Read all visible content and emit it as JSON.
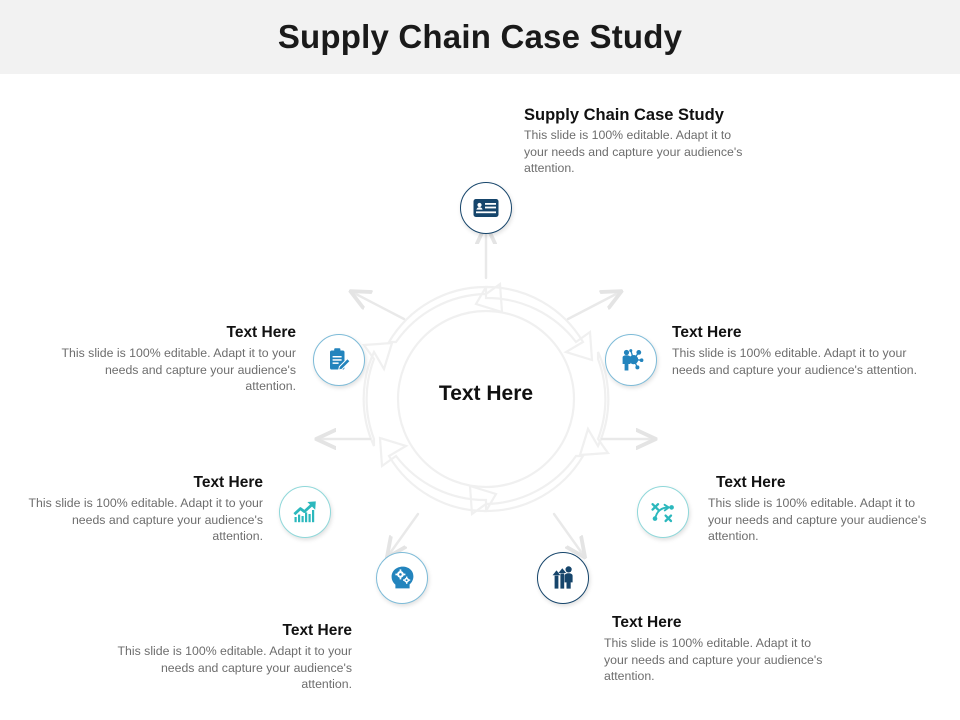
{
  "header": {
    "title": "Supply Chain Case Study",
    "band_color": "#f2f2f2"
  },
  "diagram": {
    "type": "hub-and-spoke",
    "center": {
      "label": "Text Here",
      "ring_color": "#f0f0f0",
      "arrow_color": "#eeeeee"
    },
    "spoke_count": 7,
    "nodes": [
      {
        "id": "node-top",
        "position": "top",
        "title": "Supply Chain Case Study",
        "body": "This slide is 100% editable. Adapt it to your needs and capture your audience's attention.",
        "icon": "id-card-icon",
        "icon_color": "#16456b",
        "ring_color": "#16456b",
        "align": "left"
      },
      {
        "id": "node-upper-left",
        "position": "upper-left",
        "title": "Text Here",
        "body": "This slide is 100% editable. Adapt it to your needs and capture your audience's attention.",
        "icon": "clipboard-pencil-icon",
        "icon_color": "#2384bd",
        "ring_color": "#7dbbd8",
        "align": "right"
      },
      {
        "id": "node-upper-right",
        "position": "upper-right",
        "title": "Text Here",
        "body": "This slide is 100% editable. Adapt it to your needs and capture your audience's attention.",
        "icon": "person-network-icon",
        "icon_color": "#2384bd",
        "ring_color": "#7dbbd8",
        "align": "left"
      },
      {
        "id": "node-middle-left",
        "position": "middle-left",
        "title": "Text Here",
        "body": "This slide is 100% editable. Adapt it to your needs and capture your audience's attention.",
        "icon": "growth-chart-icon",
        "icon_color": "#2cb8bd",
        "ring_color": "#8fd8da",
        "align": "right"
      },
      {
        "id": "node-middle-right",
        "position": "middle-right",
        "title": "Text Here",
        "body": "This slide is 100% editable. Adapt it to your needs and capture your audience's attention.",
        "icon": "strategy-tactics-icon",
        "icon_color": "#2cb8bd",
        "ring_color": "#8fd8da",
        "align": "left"
      },
      {
        "id": "node-lower-left",
        "position": "lower-left",
        "title": "Text Here",
        "body": "This slide is 100% editable. Adapt it to your needs and capture your audience's attention.",
        "icon": "head-gears-icon",
        "icon_color": "#2384bd",
        "ring_color": "#7dbbd8",
        "align": "right"
      },
      {
        "id": "node-lower-right",
        "position": "lower-right",
        "title": "Text Here",
        "body": "This slide is 100% editable. Adapt it to your needs and capture your audience's attention.",
        "icon": "person-growth-icon",
        "icon_color": "#16456b",
        "ring_color": "#16456b",
        "align": "left"
      }
    ]
  }
}
